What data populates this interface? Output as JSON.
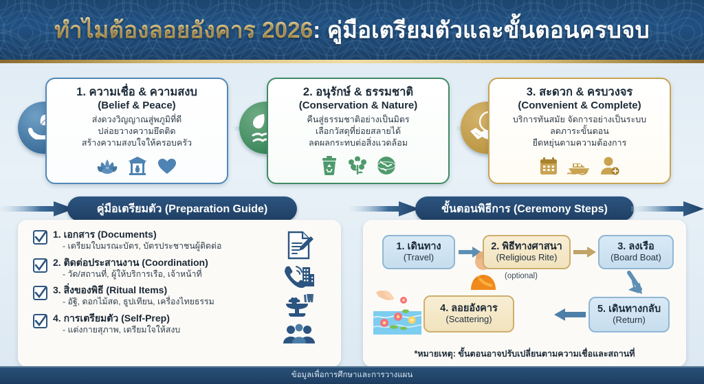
{
  "header": {
    "title_gold": "ทำไมต้องลอยอังคาร 2026",
    "title_white": ": คู่มือเตรียมตัวและขั้นตอนครบจบ"
  },
  "top_cards": [
    {
      "badge_icon": "hand-holding-leaf-icon",
      "title_th": "1. ความเชื่อ & ความสงบ",
      "title_en": "(Belief & Peace)",
      "lines": [
        "ส่งดวงวิญญาณสู่พภูมิที่ดี",
        "ปล่อยวางความยึดติด",
        "สร้างความสงบใจให้ครอบครัว"
      ],
      "icons": [
        "lotus-icon",
        "temple-icon",
        "heart-icon"
      ],
      "accent": "#4f87b8"
    },
    {
      "badge_icon": "leaves-water-icon",
      "title_th": "2. อนุรักษ์ & ธรรมชาติ",
      "title_en": "(Conservation & Nature)",
      "lines": [
        "คืนสู่ธรรมชาติอย่างเป็นมิตร",
        "เลือกวัสดุที่ย่อยสลายได้",
        "ลดผลกระทบต่อสิ่งแวดล้อม"
      ],
      "icons": [
        "recycle-bin-icon",
        "flower-icon",
        "globe-icon"
      ],
      "accent": "#3f8a63"
    },
    {
      "badge_icon": "handshake-clock-icon",
      "title_th": "3. สะดวก & ครบวงจร",
      "title_en": "(Convenient & Complete)",
      "lines": [
        "บริการทันสมัย จัดการอย่างเป็นระบบ",
        "ลดภาระขั้นตอน",
        "ยืดหยุ่นตามความต้องการ"
      ],
      "icons": [
        "calendar-icon",
        "boat-icon",
        "add-person-icon"
      ],
      "accent": "#c9a352"
    }
  ],
  "sections": {
    "left_pill": "คู่มือเตรียมตัว (Preparation Guide)",
    "right_pill": "ขั้นตอนพิธีการ (Ceremony Steps)"
  },
  "preparation": {
    "items": [
      {
        "title": "1. เอกสาร (Documents)",
        "detail": "- เตรียมใบมรณะบัตร, บัตรประชาชนผู้ติดต่อ",
        "icon": "document-pencil-icon"
      },
      {
        "title": "2. ติดต่อประสานงาน (Coordination)",
        "detail": "- วัด/สถานที่, ผู้ให้บริการเรือ, เจ้าหน้าที่",
        "icon": "phone-building-icon"
      },
      {
        "title": "3. สิ่งของพิธี (Ritual Items)",
        "detail": "- อัฐิ, ดอกไม้สด, ธูปเทียน, เครื่องไทยธรรม",
        "icon": "offering-tray-icon"
      },
      {
        "title": "4. การเตรียมตัว (Self-Prep)",
        "detail": "- แต่งกายสุภาพ, เตรียมใจให้สงบ",
        "icon": "people-group-icon"
      }
    ]
  },
  "ceremony": {
    "steps": [
      {
        "title_th": "1. เดินทาง",
        "title_en": "(Travel)",
        "style": "blue"
      },
      {
        "title_th": "2. พิธีทางศาสนา",
        "title_en": "(Religious Rite)",
        "style": "gold",
        "tag": "(optional)",
        "icon": "monk-icon"
      },
      {
        "title_th": "3. ลงเรือ",
        "title_en": "(Board Boat)",
        "style": "blue"
      },
      {
        "title_th": "4. ลอยอังคาร",
        "title_en": "(Scattering)",
        "style": "gold",
        "icon": "scattering-hand-icon"
      },
      {
        "title_th": "5. เดินทางกลับ",
        "title_en": "(Return)",
        "style": "blue"
      }
    ],
    "note": "*หมายเหตุ: ขั้นตอนอาจปรับเปลี่ยนตามความเชื่อและสถานที่"
  },
  "footer": {
    "text": "ข้อมูลเพื่อการศึกษาและการวางแผน"
  },
  "colors": {
    "header_bg": "#1f4670",
    "gold": "#c9a352",
    "blue": "#2c5480",
    "green": "#3f8a63",
    "page_bg": "#dce9f2"
  }
}
